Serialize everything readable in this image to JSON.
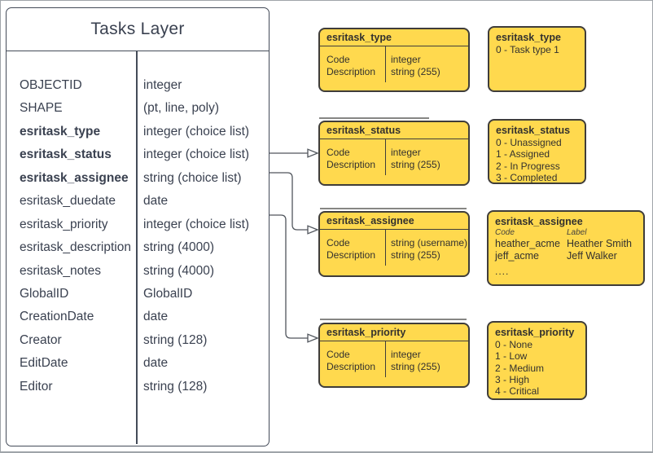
{
  "main_table": {
    "title": "Tasks Layer",
    "fields": [
      {
        "name": "OBJECTID",
        "type": "integer"
      },
      {
        "name": "SHAPE",
        "type": "(pt, line, poly)"
      },
      {
        "name": "esritask_type",
        "type": "integer (choice list)"
      },
      {
        "name": "esritask_status",
        "type": "integer (choice list)"
      },
      {
        "name": "esritask_assignee",
        "type": "string (choice list)"
      },
      {
        "name": "esritask_duedate",
        "type": "date"
      },
      {
        "name": "esritask_priority",
        "type": "integer (choice list)"
      },
      {
        "name": "esritask_description",
        "type": "string (4000)"
      },
      {
        "name": "esritask_notes",
        "type": "string (4000)"
      },
      {
        "name": "GlobalID",
        "type": "GlobalID"
      },
      {
        "name": "CreationDate",
        "type": "date"
      },
      {
        "name": "Creator",
        "type": "string (128)"
      },
      {
        "name": "EditDate",
        "type": "date"
      },
      {
        "name": "Editor",
        "type": "string (128)"
      }
    ]
  },
  "lookup_tables": [
    {
      "title": "esritask_type",
      "rows": [
        [
          "Code",
          "integer"
        ],
        [
          "Description",
          "string (255)"
        ]
      ]
    },
    {
      "title": "esritask_status",
      "rows": [
        [
          "Code",
          "integer"
        ],
        [
          "Description",
          "string (255)"
        ]
      ]
    },
    {
      "title": "esritask_assignee",
      "rows": [
        [
          "Code",
          "string (username)"
        ],
        [
          "Description",
          "string (255)"
        ]
      ]
    },
    {
      "title": "esritask_priority",
      "rows": [
        [
          "Code",
          "integer"
        ],
        [
          "Description",
          "string (255)"
        ]
      ]
    }
  ],
  "value_boxes": [
    {
      "title": "esritask_type",
      "items": [
        "0 - Task type 1"
      ]
    },
    {
      "title": "esritask_status",
      "items": [
        "0 - Unassigned",
        "1 - Assigned",
        "2 - In Progress",
        "3 - Completed"
      ]
    },
    {
      "title": "esritask_assignee",
      "columns": [
        "Code",
        "Label"
      ],
      "pairs": [
        [
          "heather_acme",
          "Heather Smith"
        ],
        [
          "jeff_acme",
          "Jeff Walker"
        ]
      ],
      "ellipsis": "...."
    },
    {
      "title": "esritask_priority",
      "items": [
        "0 - None",
        "1 - Low",
        "2 - Medium",
        "3 - High",
        "4 - Critical"
      ]
    }
  ],
  "colors": {
    "box_fill": "#FFD94E",
    "box_border": "#3F3D3A",
    "table_border": "#444B58",
    "text": "#3A4150",
    "connector": "#50555C",
    "frame": "#9FA4A9"
  }
}
